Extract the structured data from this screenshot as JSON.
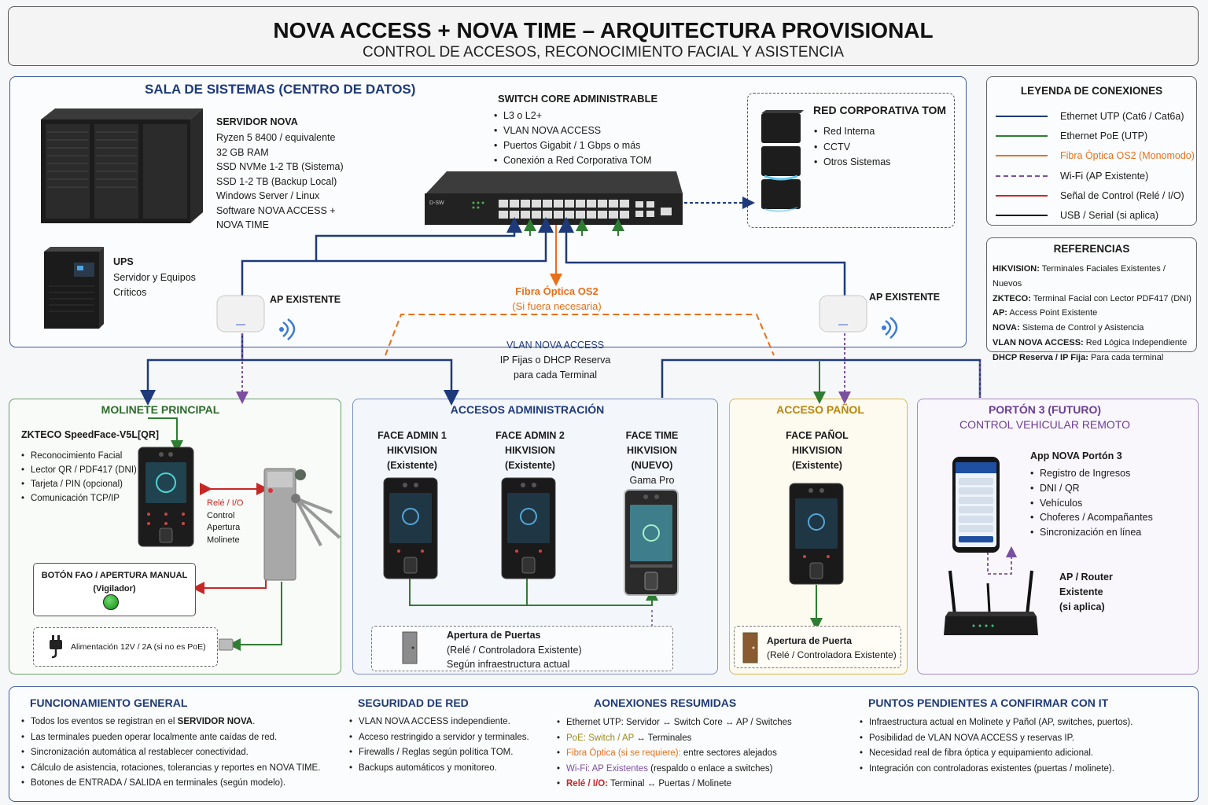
{
  "header": {
    "title": "NOVA ACCESS + NOVA TIME – ARQUITECTURA PROVISIONAL",
    "subtitle": "CONTROL DE ACCESOS, RECONOCIMIENTO FACIAL Y ASISTENCIA"
  },
  "colors": {
    "navy": "#1e3a7a",
    "green": "#2e7d32",
    "orange": "#e8701a",
    "purple": "#7b4fa0",
    "red": "#c62828",
    "black": "#111111"
  },
  "datacenter": {
    "title": "SALA DE SISTEMAS (CENTRO DE DATOS)",
    "server": {
      "name": "SERVIDOR NOVA",
      "lines": [
        "Ryzen 5 8400 / equivalente",
        "32 GB RAM",
        "SSD NVMe 1-2 TB (Sistema)",
        "SSD 1-2 TB (Backup Local)",
        "Windows Server / Linux",
        "Software NOVA ACCESS +",
        "NOVA TIME"
      ]
    },
    "ups": {
      "name": "UPS",
      "lines": [
        "Servidor y Equipos",
        "Críticos"
      ]
    },
    "switch": {
      "title": "SWITCH CORE ADMINISTRABLE",
      "items": [
        "L3 o L2+",
        "VLAN NOVA ACCESS",
        "Puertos Gigabit / 1 Gbps o más",
        "Conexión a Red Corporativa TOM"
      ]
    },
    "corp": {
      "title": "RED CORPORATIVA TOM",
      "items": [
        "Red Interna",
        "CCTV",
        "Otros Sistemas"
      ]
    }
  },
  "legend": {
    "title": "LEYENDA DE CONEXIONES",
    "items": [
      {
        "label": "Ethernet UTP (Cat6 / Cat6a)",
        "color": "#1e3a7a",
        "style": "solid"
      },
      {
        "label": "Ethernet PoE (UTP)",
        "color": "#2e7d32",
        "style": "solid"
      },
      {
        "label": "Fibra Óptica OS2 (Monomodo)",
        "color": "#e8701a",
        "style": "solid"
      },
      {
        "label": "Wi-Fi (AP Existente)",
        "color": "#7b4fa0",
        "style": "dashed"
      },
      {
        "label": "Señal de Control (Relé / I/O)",
        "color": "#c62828",
        "style": "solid"
      },
      {
        "label": "USB / Serial (si aplica)",
        "color": "#111111",
        "style": "solid"
      }
    ]
  },
  "references": {
    "title": "REFERENCIAS",
    "items": [
      {
        "key": "HIKVISION:",
        "text": "Terminales Faciales Existentes / Nuevos"
      },
      {
        "key": "ZKTECO:",
        "text": "Terminal Facial con Lector PDF417 (DNI)"
      },
      {
        "key": "AP:",
        "text": "Access Point Existente"
      },
      {
        "key": "NOVA:",
        "text": "Sistema de Control y Asistencia"
      },
      {
        "key": "VLAN NOVA ACCESS:",
        "text": "Red Lógica Independiente"
      },
      {
        "key": "DHCP Reserva / IP Fija:",
        "text": "Para cada terminal"
      }
    ]
  },
  "network": {
    "ap_left": "AP EXISTENTE",
    "ap_right": "AP EXISTENTE",
    "fiber": [
      "Fibra Óptica OS2",
      "(Si fuera necesaria)"
    ],
    "vlan": [
      "VLAN NOVA ACCESS",
      "IP Fijas o DHCP Reserva",
      "para cada Terminal"
    ]
  },
  "molinete": {
    "title": "MOLINETE PRINCIPAL",
    "device": "ZKTECO SpeedFace-V5L[QR]",
    "features": [
      "Reconocimiento Facial",
      "Lector QR / PDF417 (DNI)",
      "Tarjeta / PIN (opcional)",
      "Comunicación TCP/IP"
    ],
    "relay": [
      "Relé / I/O",
      "Control",
      "Apertura",
      "Molinete"
    ],
    "button": [
      "BOTÓN FAO / APERTURA MANUAL",
      "(Vigilador)"
    ],
    "power": "Alimentación 12V / 2A (si no es PoE)"
  },
  "admin": {
    "title": "ACCESOS ADMINISTRACIÓN",
    "devices": [
      {
        "lines": [
          "FACE ADMIN 1",
          "HIKVISION",
          "(Existente)"
        ],
        "sub": ""
      },
      {
        "lines": [
          "FACE ADMIN 2",
          "HIKVISION",
          "(Existente)"
        ],
        "sub": ""
      },
      {
        "lines": [
          "FACE TIME",
          "HIKVISION",
          "(NUEVO)"
        ],
        "sub": "Gama Pro"
      }
    ],
    "door": {
      "title": "Apertura de Puertas",
      "lines": [
        "(Relé / Controladora Existente)",
        "Según infraestructura actual"
      ]
    }
  },
  "panol": {
    "title": "ACCESO PAÑOL",
    "device": [
      "FACE PAÑOL",
      "HIKVISION",
      "(Existente)"
    ],
    "door": {
      "title": "Apertura de Puerta",
      "line": "(Relé / Controladora Existente)"
    }
  },
  "porton": {
    "title": "PORTÓN 3 (FUTURO)",
    "subtitle": "CONTROL VEHICULAR REMOTO",
    "app": "App NOVA Portón 3",
    "features": [
      "Registro de Ingresos",
      "DNI / QR",
      "Vehículos",
      "Choferes / Acompañantes",
      "Sincronización en línea"
    ],
    "router": [
      "AP / Router",
      "Existente",
      "(si aplica)"
    ]
  },
  "bottom": {
    "general": {
      "title": "FUNCIONAMIENTO GENERAL",
      "items": [
        [
          "Todos los eventos se registran en el ",
          "SERVIDOR NOVA",
          "."
        ],
        [
          "Las terminales pueden operar localmente ante caídas de red.",
          "",
          ""
        ],
        [
          "Sincronización automática al restablecer conectividad.",
          "",
          ""
        ],
        [
          "Cálculo de asistencia, rotaciones, tolerancias y reportes en NOVA TIME.",
          "",
          ""
        ],
        [
          "Botones de ENTRADA / SALIDA en terminales (según modelo).",
          "",
          ""
        ]
      ]
    },
    "security": {
      "title": "SEGURIDAD DE RED",
      "items": [
        "VLAN NOVA ACCESS independiente.",
        "Acceso restringido a servidor y terminales.",
        "Firewalls / Reglas según política TOM.",
        "Backups automáticos y monitoreo."
      ]
    },
    "summary": {
      "title": "AONEXIONES RESUMIDAS",
      "items": [
        {
          "a": "Ethernet UTP: Servidor ↔ Switch Core ↔ AP / Switches",
          "b": "",
          "colorA": "#1a1a1a"
        },
        {
          "a": "PoE: Switch / AP",
          "b": " ↔ Terminales",
          "colorA": "#9a8a1a"
        },
        {
          "a": "Fibra Óptica (si se requiere):",
          "b": " entre sectores alejados",
          "colorA": "#e8701a"
        },
        {
          "a": "Wi-Fi: AP Existentes",
          "b": " (respaldo o enlace a switches)",
          "colorA": "#7b4fa0"
        },
        {
          "a": "Relé / I/O:",
          "b": " Terminal ↔ Puertas / Molinete",
          "colorA": "#c62828"
        }
      ]
    },
    "pending": {
      "title": "PUNTOS PENDIENTES A CONFIRMAR CON IT",
      "items": [
        "Infraestructura actual en Molinete y Pañol (AP, switches, puertos).",
        "Posibilidad de VLAN NOVA ACCESS y reservas IP.",
        "Necesidad real de fibra óptica y equipamiento adicional.",
        "Integración con controladoras existentes (puertas / molinete)."
      ]
    }
  }
}
